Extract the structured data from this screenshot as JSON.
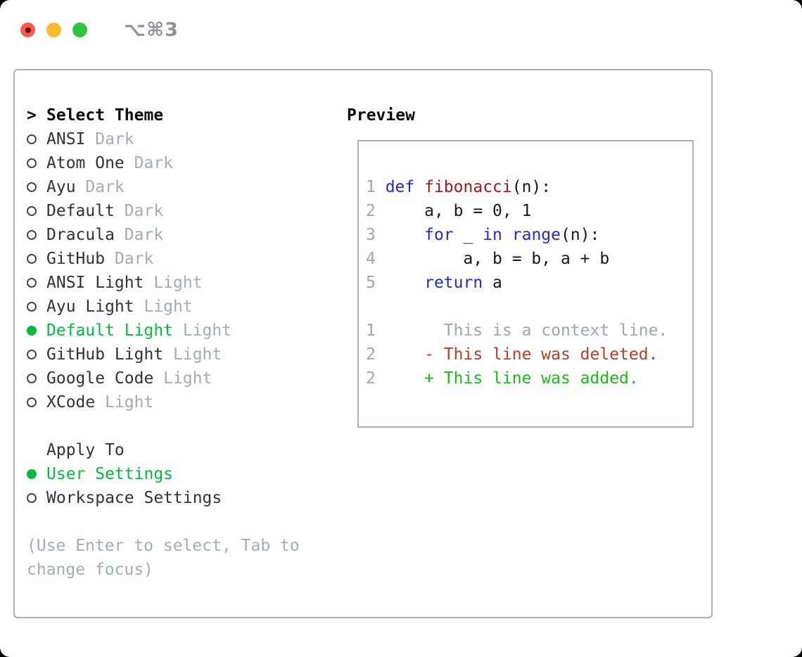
{
  "titlebar": {
    "shortcut": "⌥⌘3",
    "traffic_lights": [
      "close",
      "minimize",
      "zoom"
    ]
  },
  "icons": {
    "header_marker": ">",
    "radio_selected": "●",
    "radio_unselected": "○"
  },
  "colors": {
    "accent_green": "#00be3c",
    "added_green": "#16be16",
    "deleted_red": "#c23b22",
    "keyword_blue": "#2326df",
    "function_red": "#ac1418",
    "muted_gray": "#a2acb9",
    "border_gray": "#a8b0bb",
    "traffic_red": "#f75b51",
    "traffic_yellow": "#fcbc2e",
    "traffic_green": "#2ec43b"
  },
  "theme_panel": {
    "header": "Select Theme",
    "themes": [
      {
        "name": "ANSI",
        "variant": "Dark",
        "selected": false
      },
      {
        "name": "Atom One",
        "variant": "Dark",
        "selected": false
      },
      {
        "name": "Ayu",
        "variant": "Dark",
        "selected": false
      },
      {
        "name": "Default",
        "variant": "Dark",
        "selected": false
      },
      {
        "name": "Dracula",
        "variant": "Dark",
        "selected": false
      },
      {
        "name": "GitHub",
        "variant": "Dark",
        "selected": false
      },
      {
        "name": "ANSI Light",
        "variant": "Light",
        "selected": false
      },
      {
        "name": "Ayu Light",
        "variant": "Light",
        "selected": false
      },
      {
        "name": "Default Light",
        "variant": "Light",
        "selected": true
      },
      {
        "name": "GitHub Light",
        "variant": "Light",
        "selected": false
      },
      {
        "name": "Google Code",
        "variant": "Light",
        "selected": false
      },
      {
        "name": "XCode",
        "variant": "Light",
        "selected": false
      }
    ],
    "apply_to": {
      "header": "Apply To",
      "options": [
        {
          "label": "User Settings",
          "selected": true
        },
        {
          "label": "Workspace Settings",
          "selected": false
        }
      ]
    },
    "hint": "(Use Enter to select, Tab to change focus)"
  },
  "preview": {
    "header": "Preview",
    "lines": [
      [
        {
          "text": "1 ",
          "style": "num"
        },
        {
          "text": "def",
          "style": "kw"
        },
        {
          "text": " ",
          "style": "plain"
        },
        {
          "text": "fibonacci",
          "style": "fn"
        },
        {
          "text": "(n):",
          "style": "plain"
        }
      ],
      [
        {
          "text": "2 ",
          "style": "num"
        },
        {
          "text": "    a, b = 0, 1",
          "style": "plain"
        }
      ],
      [
        {
          "text": "3 ",
          "style": "num"
        },
        {
          "text": "    ",
          "style": "plain"
        },
        {
          "text": "for",
          "style": "kw"
        },
        {
          "text": " _ ",
          "style": "plain"
        },
        {
          "text": "in",
          "style": "kw"
        },
        {
          "text": " ",
          "style": "plain"
        },
        {
          "text": "range",
          "style": "kw"
        },
        {
          "text": "(n):",
          "style": "plain"
        }
      ],
      [
        {
          "text": "4 ",
          "style": "num"
        },
        {
          "text": "        a, b = b, a + b",
          "style": "plain"
        }
      ],
      [
        {
          "text": "5 ",
          "style": "num"
        },
        {
          "text": "    ",
          "style": "plain"
        },
        {
          "text": "return",
          "style": "kw"
        },
        {
          "text": " a",
          "style": "plain"
        }
      ],
      [],
      [
        {
          "text": "1 ",
          "style": "num"
        },
        {
          "text": "      This is a context line.",
          "style": "ctx"
        }
      ],
      [
        {
          "text": "2 ",
          "style": "num"
        },
        {
          "text": "    - This line was deleted.",
          "style": "del"
        }
      ],
      [
        {
          "text": "2 ",
          "style": "num"
        },
        {
          "text": "    + This line was added.",
          "style": "add"
        }
      ]
    ]
  }
}
